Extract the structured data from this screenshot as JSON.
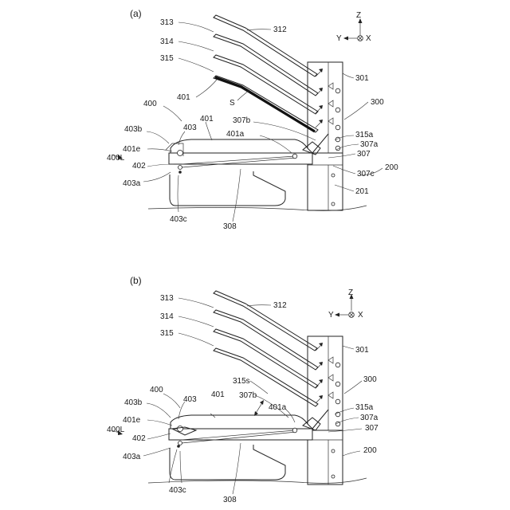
{
  "panel_a": {
    "panel_label": "(a)",
    "labels": {
      "l313": "313",
      "l312": "312",
      "l314": "314",
      "l315": "315",
      "l401": "401",
      "lS": "S",
      "l400": "400",
      "l403b": "403b",
      "l403": "403",
      "l401b": "401",
      "l401e": "401e",
      "l400L": "400L",
      "l402": "402",
      "l403a": "403a",
      "l403c": "403c",
      "l308": "308",
      "l401a": "401a",
      "l307b": "307b",
      "l315a": "315a",
      "l307a": "307a",
      "l307": "307",
      "l307c": "307c",
      "l200": "200",
      "l201": "201",
      "l301": "301",
      "l300": "300"
    },
    "axes": {
      "z": "Z",
      "y": "Y",
      "x": "X"
    }
  },
  "panel_b": {
    "panel_label": "(b)",
    "labels": {
      "l313": "313",
      "l312": "312",
      "l314": "314",
      "l315": "315",
      "l315s": "315s",
      "l307b": "307b",
      "l400": "400",
      "l403b": "403b",
      "l403": "403",
      "l401": "401",
      "l401a": "401a",
      "l401e": "401e",
      "l400L": "400L",
      "l402": "402",
      "l403a": "403a",
      "l403c": "403c",
      "l308": "308",
      "l315a": "315a",
      "l307a": "307a",
      "l307": "307",
      "l200": "200",
      "l301": "301",
      "l300": "300"
    },
    "axes": {
      "z": "Z",
      "y": "Y",
      "x": "X"
    }
  }
}
